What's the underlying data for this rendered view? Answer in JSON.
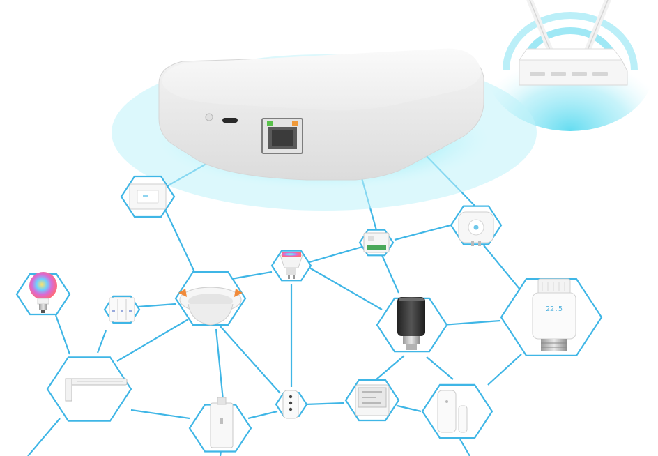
{
  "colors": {
    "network_line": "#3fb6e6",
    "hex_stroke": "#3fb6e6",
    "glow": "#33d6f0",
    "hub_body": "#f1f1f1",
    "router_body": "#f4f4f4"
  },
  "hub": {
    "ports": [
      "button",
      "usb-port",
      "ethernet-port"
    ],
    "eth_leds": [
      "#58c04a",
      "#f09a3a"
    ]
  },
  "thermostat": {
    "display_text": "22.5"
  },
  "devices": [
    "wall-switch",
    "bulb",
    "triple-switch",
    "downlight",
    "gu10-bulb",
    "relay-module",
    "smart-plug",
    "radiator-valve",
    "thermostat-valve",
    "curtain-rail",
    "remote",
    "temperature-sensor",
    "door-sensor",
    "curtain-motor"
  ]
}
